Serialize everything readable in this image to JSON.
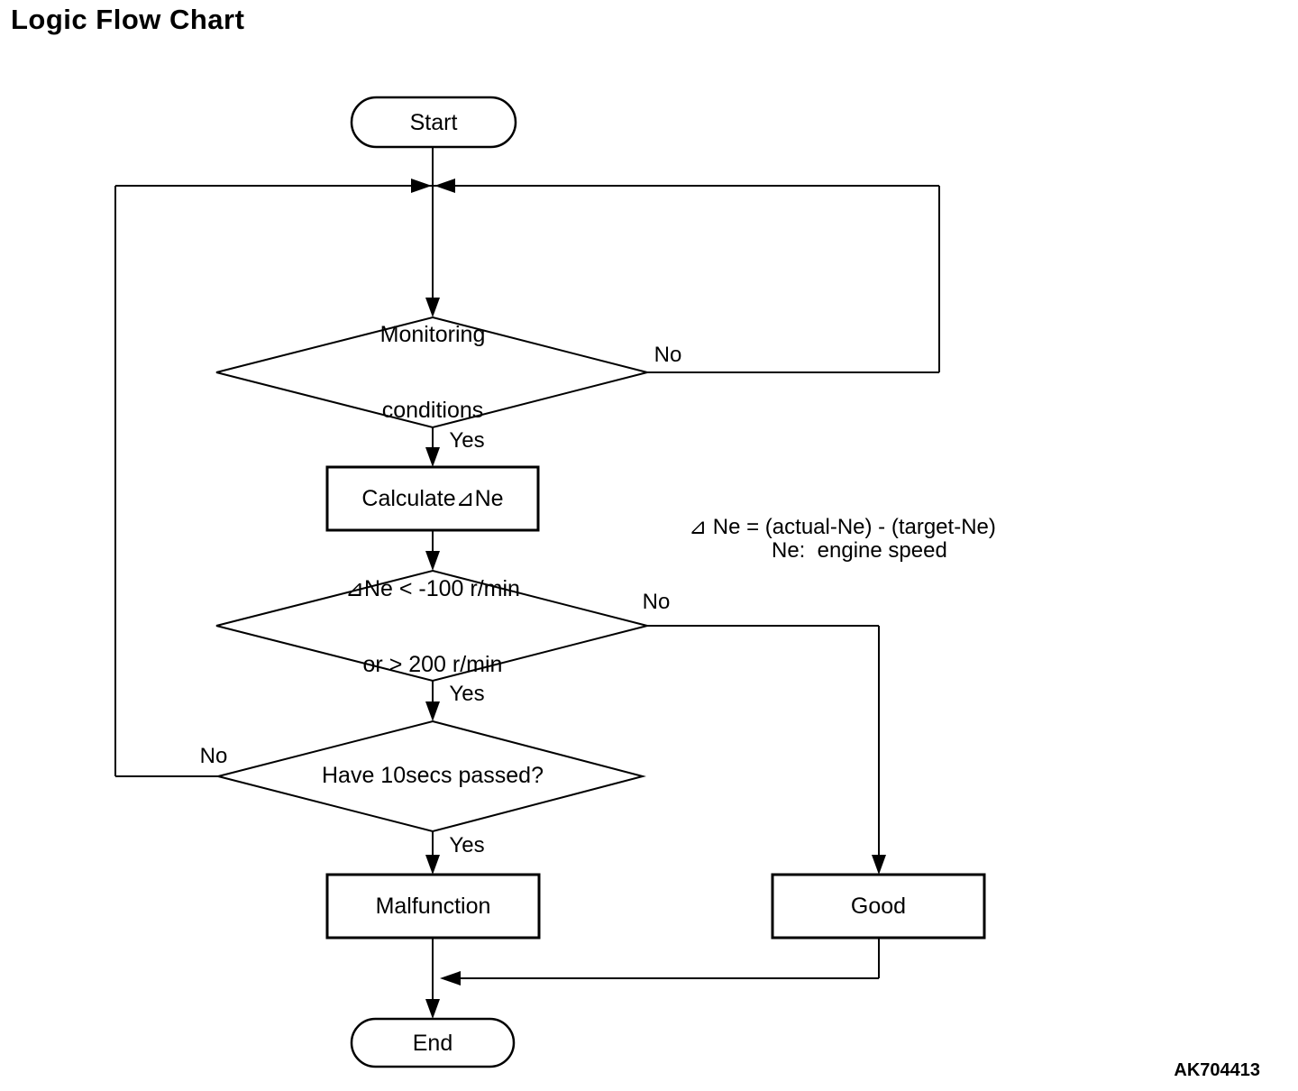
{
  "title": "Logic Flow Chart",
  "figure_id": "AK704413",
  "nodes": {
    "start": {
      "type": "terminator",
      "label": "Start"
    },
    "monitoring": {
      "type": "decision",
      "line1": "Monitoring",
      "line2": "conditions"
    },
    "calculate": {
      "type": "process",
      "label": "Calculate⊿Ne"
    },
    "delta_check": {
      "type": "decision",
      "line1": "⊿Ne < -100 r/min",
      "line2": "or > 200 r/min"
    },
    "ten_secs": {
      "type": "decision",
      "label": "Have 10secs passed?"
    },
    "malfunction": {
      "type": "process",
      "label": "Malfunction"
    },
    "good": {
      "type": "process",
      "label": "Good"
    },
    "end": {
      "type": "terminator",
      "label": "End"
    }
  },
  "edge_labels": {
    "monitoring_no": "No",
    "monitoring_yes": "Yes",
    "delta_check_no": "No",
    "delta_check_yes": "Yes",
    "ten_secs_no": "No",
    "ten_secs_yes": "Yes"
  },
  "annotation": {
    "line1": "⊿ Ne = (actual-Ne) - (target-Ne)",
    "line2": "Ne:  engine speed"
  },
  "colors": {
    "line": "#000000",
    "background": "#ffffff"
  }
}
